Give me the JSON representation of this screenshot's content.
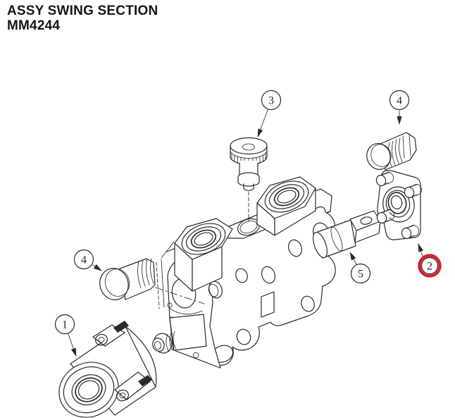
{
  "page": {
    "background_color": "#ffffff"
  },
  "header": {
    "title": "ASSY SWING SECTION",
    "part_number": "MM4244"
  },
  "diagram": {
    "type": "exploded-isometric-parts-drawing",
    "line_color": "#2b2a29",
    "highlight_color": "#d2232e",
    "callouts": [
      {
        "label": "1",
        "part": "end-cap-assembly",
        "highlighted": false
      },
      {
        "label": "2",
        "part": "outlet-flange",
        "highlighted": true
      },
      {
        "label": "3",
        "part": "knurled-knob",
        "highlighted": false
      },
      {
        "label": "4",
        "part": "port-plug-left",
        "highlighted": false
      },
      {
        "label": "4",
        "part": "port-plug-right",
        "highlighted": false
      },
      {
        "label": "5",
        "part": "spool-clevis-end",
        "highlighted": false
      }
    ]
  }
}
